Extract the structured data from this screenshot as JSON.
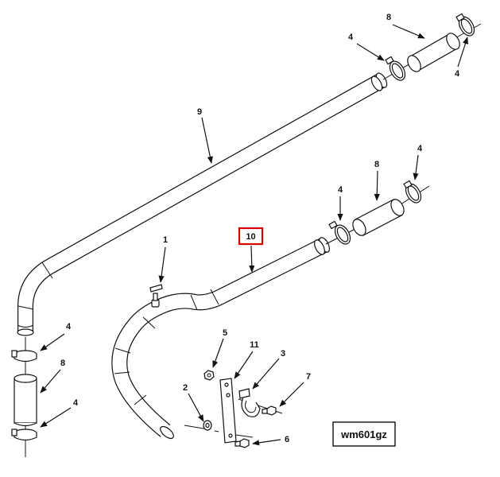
{
  "diagram": {
    "drawing_code": "wm601gz",
    "highlight_color": "#d40000",
    "callouts": {
      "c1": "1",
      "c2": "2",
      "c3": "3",
      "c4_top_left": "4",
      "c4_top_right": "4",
      "c4_mid_left": "4",
      "c4_mid_right": "4",
      "c4_lower_top": "4",
      "c4_lower_bottom": "4",
      "c5": "5",
      "c6": "6",
      "c7": "7",
      "c8_top": "8",
      "c8_mid": "8",
      "c8_lower": "8",
      "c9": "9",
      "c10": "10",
      "c11": "11"
    }
  }
}
